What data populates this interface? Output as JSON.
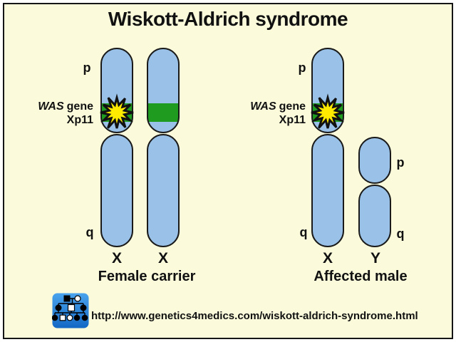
{
  "title": "Wiskott-Aldrich syndrome",
  "labels": {
    "p_arm": "p",
    "q_arm": "q",
    "was_italic": "WAS",
    "was_rest": "gene",
    "locus": "Xp11"
  },
  "left_group": {
    "caption": "Female carrier",
    "chromosome_letters": [
      "X",
      "X"
    ]
  },
  "right_group": {
    "caption": "Affected male",
    "chromosome_letters": [
      "X",
      "Y"
    ]
  },
  "footer": {
    "url": "http://www.genetics4medics.com/wiskott-aldrich-syndrome.html",
    "logo_icon": "pedigree-chart-icon"
  },
  "colors": {
    "background": "#FBFBDC",
    "chromosome_fill": "#9AC2E9",
    "chromosome_stroke": "#1a1a1a",
    "gene_band_green": "#1F9C1F",
    "mutation_star_yellow": "#FFEA00",
    "logo_blue_top": "#4AA3ED",
    "logo_blue_bottom": "#1268C4"
  }
}
